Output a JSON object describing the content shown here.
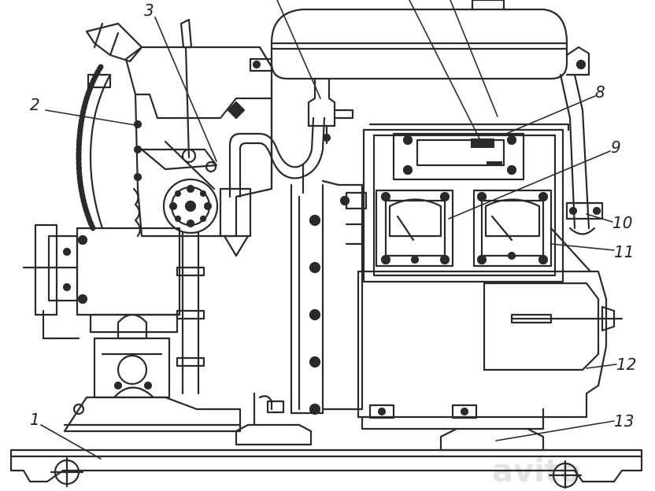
{
  "figure": {
    "stroke_color": "#2a2a2a",
    "paper_color": "#ffffff",
    "callouts": [
      {
        "id": "c1",
        "text": "1"
      },
      {
        "id": "c2",
        "text": "2"
      },
      {
        "id": "c3",
        "text": "3"
      },
      {
        "id": "c8",
        "text": "8"
      },
      {
        "id": "c9",
        "text": "9"
      },
      {
        "id": "c10",
        "text": "10"
      },
      {
        "id": "c11",
        "text": "11"
      },
      {
        "id": "c12",
        "text": "12"
      },
      {
        "id": "c13",
        "text": "13"
      }
    ],
    "watermark": "avito"
  }
}
